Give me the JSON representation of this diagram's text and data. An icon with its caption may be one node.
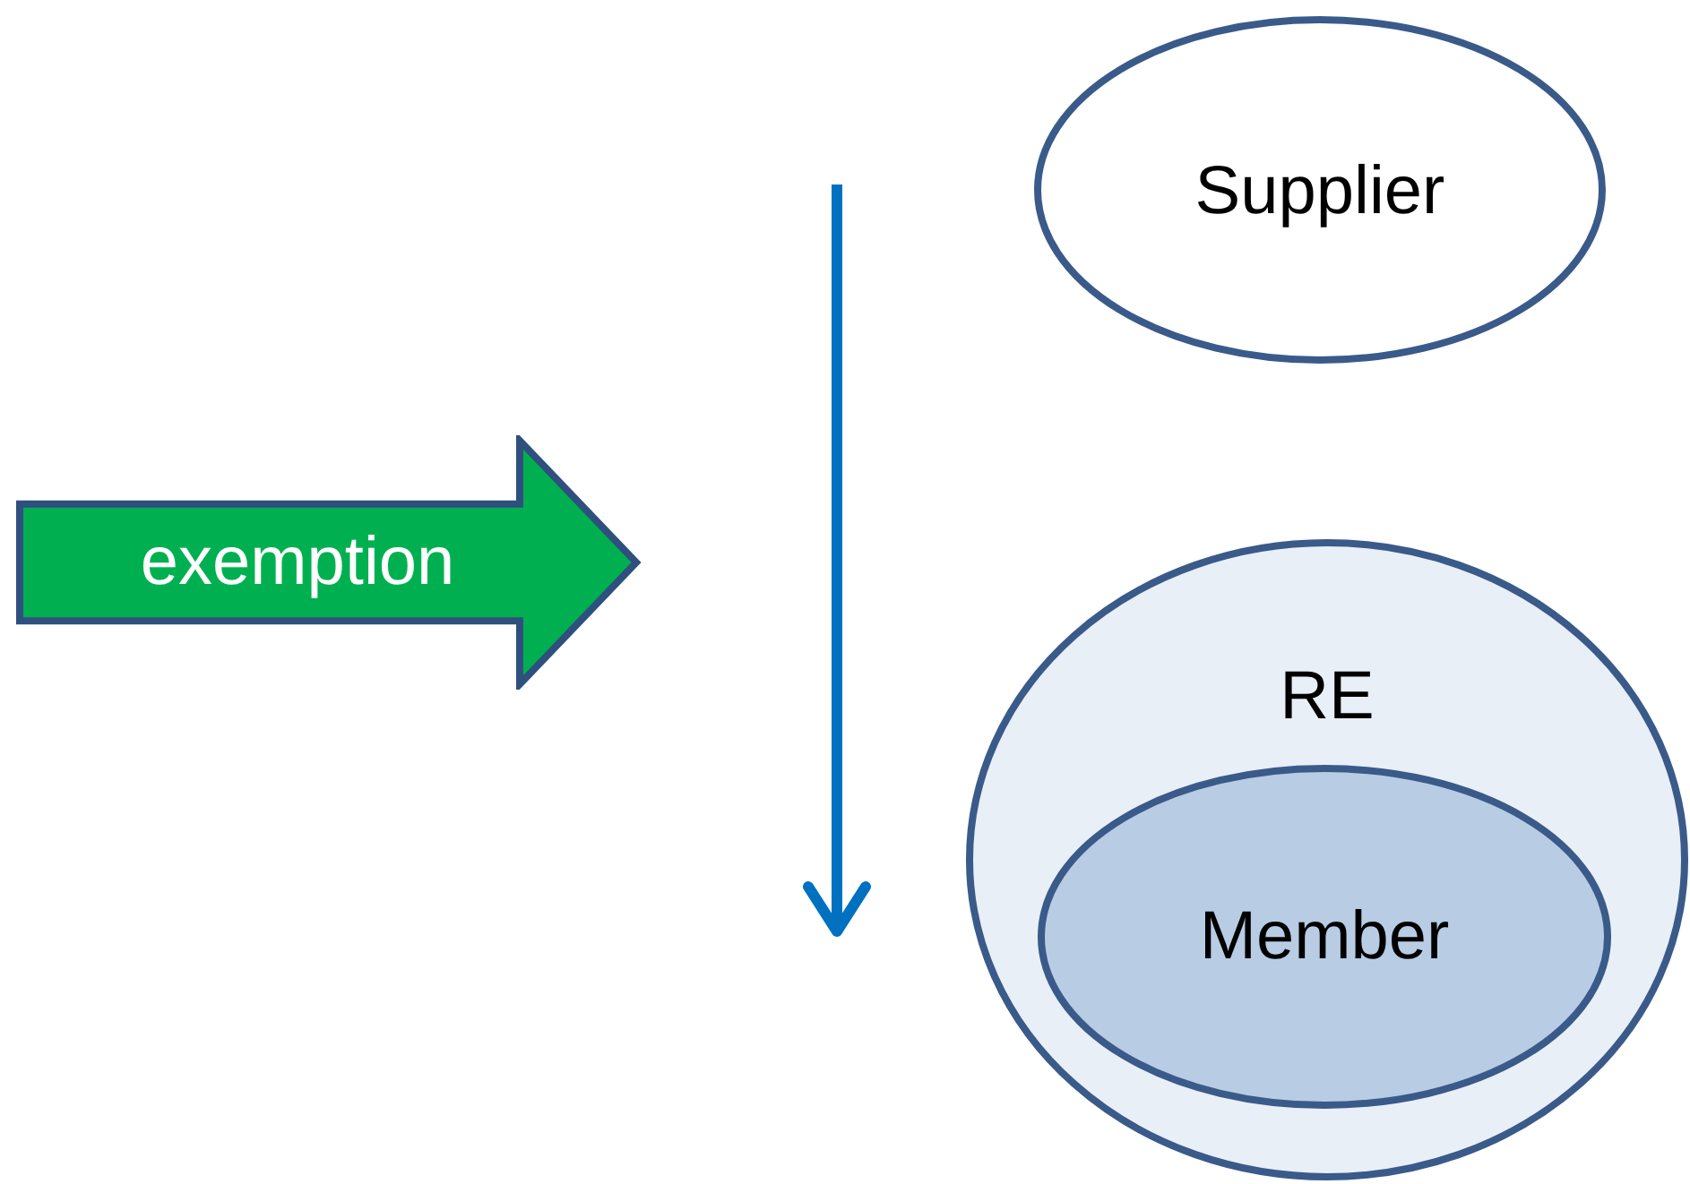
{
  "diagram": {
    "nodes": [
      {
        "text": [
          "Supplier"
        ]
      },
      {
        "text": [
          "exemption"
        ]
      },
      {
        "text": [
          "RE"
        ]
      },
      {
        "text": [
          "Member"
        ],
        "in": 2
      }
    ]
  }
}
